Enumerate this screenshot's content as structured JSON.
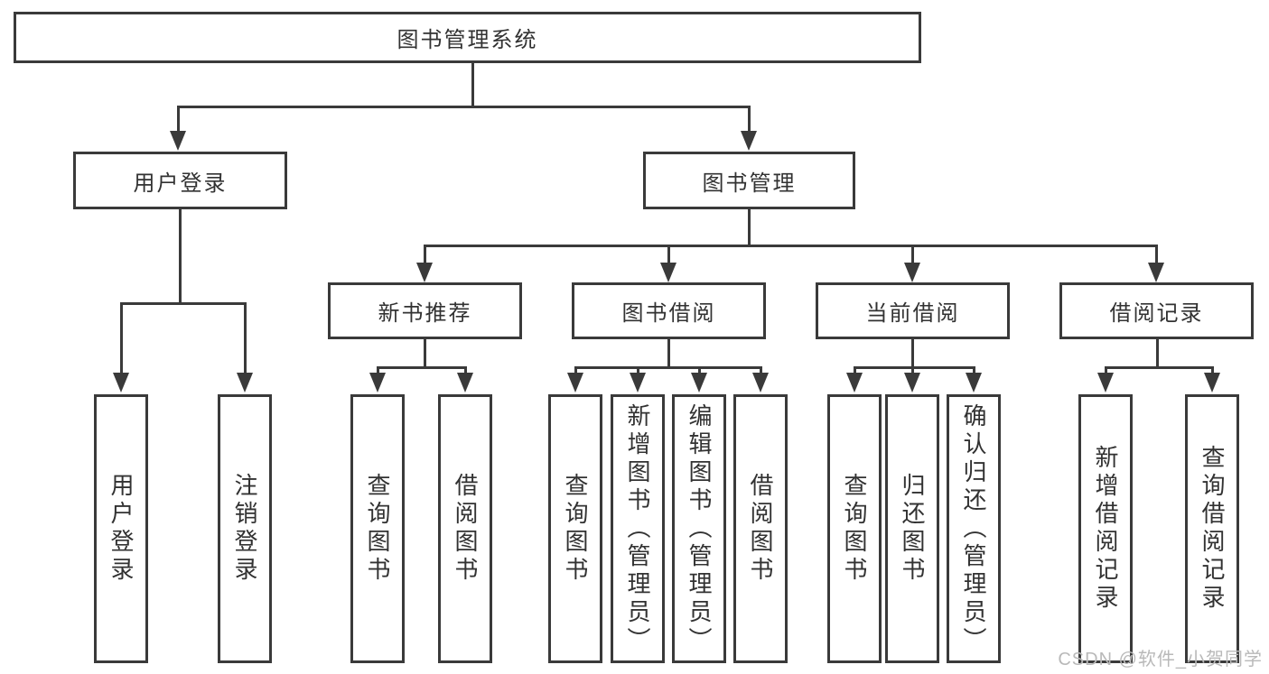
{
  "diagram": {
    "title": "图书管理系统",
    "level2": [
      {
        "label": "用户登录"
      },
      {
        "label": "图书管理"
      }
    ],
    "level3": [
      {
        "label": "新书推荐"
      },
      {
        "label": "图书借阅"
      },
      {
        "label": "当前借阅"
      },
      {
        "label": "借阅记录"
      }
    ],
    "leaves": [
      {
        "label": "用户登录",
        "parent": "用户登录"
      },
      {
        "label": "注销登录",
        "parent": "用户登录"
      },
      {
        "label": "查询图书",
        "parent": "新书推荐"
      },
      {
        "label": "借阅图书",
        "parent": "新书推荐"
      },
      {
        "label": "查询图书",
        "parent": "图书借阅"
      },
      {
        "label": "新增图书（管理员）",
        "parent": "图书借阅"
      },
      {
        "label": "编辑图书（管理员）",
        "parent": "图书借阅"
      },
      {
        "label": "借阅图书",
        "parent": "图书借阅"
      },
      {
        "label": "查询图书",
        "parent": "当前借阅"
      },
      {
        "label": "归还图书",
        "parent": "当前借阅"
      },
      {
        "label": "确认归还（管理员）",
        "parent": "当前借阅"
      },
      {
        "label": "新增借阅记录",
        "parent": "借阅记录"
      },
      {
        "label": "查询借阅记录",
        "parent": "借阅记录"
      }
    ],
    "colors": {
      "line": "#3a3a3a",
      "text": "#323232",
      "watermark": "#b9b9b9",
      "background": "#ffffff"
    }
  },
  "watermark": {
    "text": "CSDN @软件_小贺同学"
  }
}
